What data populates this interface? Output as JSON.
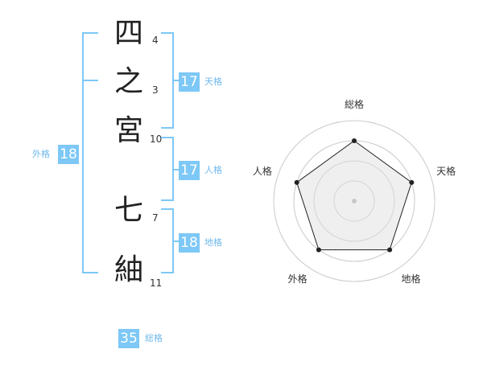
{
  "name": {
    "chars": [
      {
        "char": "四",
        "strokes": "4"
      },
      {
        "char": "之",
        "strokes": "3"
      },
      {
        "char": "宮",
        "strokes": "10"
      },
      {
        "char": "七",
        "strokes": "7"
      },
      {
        "char": "紬",
        "strokes": "11"
      }
    ]
  },
  "fortune": {
    "tenkaku": {
      "value": "17",
      "label": "天格"
    },
    "jinkaku": {
      "value": "17",
      "label": "人格"
    },
    "chikaku": {
      "value": "18",
      "label": "地格"
    },
    "gaikaku": {
      "value": "18",
      "label": "外格"
    },
    "soukaku": {
      "value": "35",
      "label": "総格"
    }
  },
  "chart_data": {
    "type": "radar",
    "axes": [
      "総格",
      "天格",
      "地格",
      "外格",
      "人格"
    ],
    "values": [
      0.75,
      0.75,
      0.75,
      0.75,
      0.75
    ],
    "rings": 4,
    "colors": {
      "fill": "#ececec",
      "stroke": "#222222",
      "grid": "#cfcfcf"
    }
  }
}
